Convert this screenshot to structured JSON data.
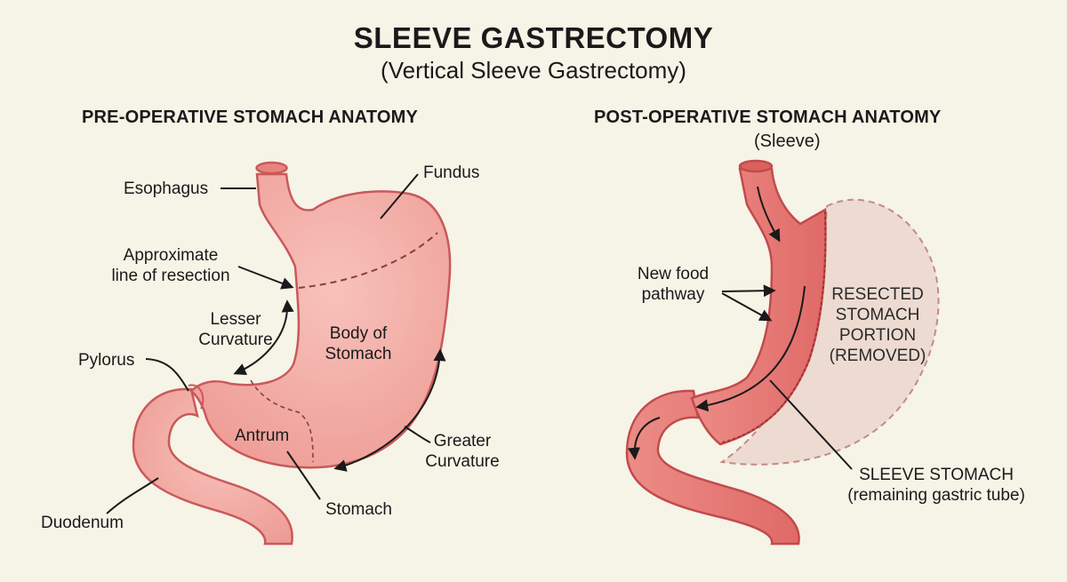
{
  "title": "SLEEVE GASTRECTOMY",
  "subtitle": "(Vertical Sleeve Gastrectomy)",
  "pre_op": {
    "heading": "PRE-OPERATIVE STOMACH ANATOMY",
    "labels": {
      "esophagus": "Esophagus",
      "fundus": "Fundus",
      "resection_line_1": "Approximate",
      "resection_line_2": "line of resection",
      "lesser_1": "Lesser",
      "lesser_2": "Curvature",
      "body_1": "Body of",
      "body_2": "Stomach",
      "pylorus": "Pylorus",
      "antrum": "Antrum",
      "greater_1": "Greater",
      "greater_2": "Curvature",
      "stomach": "Stomach",
      "duodenum": "Duodenum"
    }
  },
  "post_op": {
    "heading": "POST-OPERATIVE STOMACH ANATOMY",
    "subheading": "(Sleeve)",
    "labels": {
      "food_1": "New food",
      "food_2": "pathway",
      "resected_1": "RESECTED",
      "resected_2": "STOMACH",
      "resected_3": "PORTION",
      "resected_4": "(REMOVED)",
      "sleeve_1": "SLEEVE STOMACH",
      "sleeve_2": "(remaining gastric tube)"
    }
  },
  "colors": {
    "background": "#f6f3e7",
    "stomach_fill": "#f2aaa3",
    "stomach_outline": "#c9595a",
    "sleeve_fill": "#e77a76",
    "resected_fill": "#ead3c9"
  }
}
